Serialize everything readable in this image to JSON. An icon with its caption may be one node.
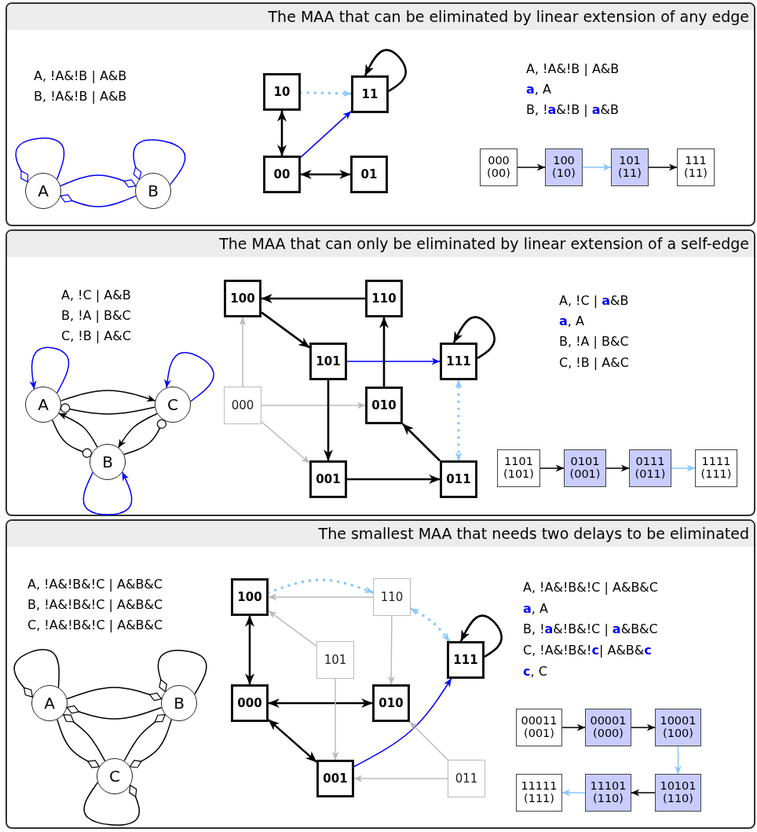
{
  "diagram": {
    "nodes": [
      {
        "text": [
          "The MAA that can be eliminated by linear extension of any edge"
        ]
      },
      {
        "text": [
          "A"
        ],
        "in": 0
      },
      {
        "text": [
          "B"
        ],
        "in": 0
      },
      {
        "text": [
          "10"
        ],
        "in": 0
      },
      {
        "text": [
          "11"
        ],
        "in": 0
      },
      {
        "text": [
          "00"
        ],
        "in": 0
      },
      {
        "text": [
          "01"
        ],
        "in": 0
      },
      {
        "text": [
          "000 (00)"
        ],
        "in": 0
      },
      {
        "text": [
          "100 (10)"
        ],
        "in": 0
      },
      {
        "text": [
          "101 (11)"
        ],
        "in": 0
      },
      {
        "text": [
          "111 (11)"
        ],
        "in": 0
      },
      {
        "text": [
          "The MAA that can only be eliminated by linear extension of a self-edge"
        ]
      },
      {
        "text": [
          "A"
        ],
        "in": 11
      },
      {
        "text": [
          "C"
        ],
        "in": 11
      },
      {
        "text": [
          "B"
        ],
        "in": 11
      },
      {
        "text": [
          "100"
        ],
        "in": 11
      },
      {
        "text": [
          "110"
        ],
        "in": 11
      },
      {
        "text": [
          "101"
        ],
        "in": 11
      },
      {
        "text": [
          "111"
        ],
        "in": 11
      },
      {
        "text": [
          "000"
        ],
        "in": 11
      },
      {
        "text": [
          "010"
        ],
        "in": 11
      },
      {
        "text": [
          "001"
        ],
        "in": 11
      },
      {
        "text": [
          "011"
        ],
        "in": 11
      },
      {
        "text": [
          "1101 (101)"
        ],
        "in": 11
      },
      {
        "text": [
          "0101 (001)"
        ],
        "in": 11
      },
      {
        "text": [
          "0111 (011)"
        ],
        "in": 11
      },
      {
        "text": [
          "1111 (111)"
        ],
        "in": 11
      },
      {
        "text": [
          "The smallest MAA that needs two delays to be eliminated"
        ]
      },
      {
        "text": [
          "A"
        ],
        "in": 27
      },
      {
        "text": [
          "B"
        ],
        "in": 27
      },
      {
        "text": [
          "C"
        ],
        "in": 27
      },
      {
        "text": [
          "100"
        ],
        "in": 27
      },
      {
        "text": [
          "110"
        ],
        "in": 27
      },
      {
        "text": [
          "101"
        ],
        "in": 27
      },
      {
        "text": [
          "111"
        ],
        "in": 27
      },
      {
        "text": [
          "000"
        ],
        "in": 27
      },
      {
        "text": [
          "010"
        ],
        "in": 27
      },
      {
        "text": [
          "001"
        ],
        "in": 27
      },
      {
        "text": [
          "011"
        ],
        "in": 27
      },
      {
        "text": [
          "00011 (001)"
        ],
        "in": 27
      },
      {
        "text": [
          "00001 (000)"
        ],
        "in": 27
      },
      {
        "text": [
          "10001 (100)"
        ],
        "in": 27
      },
      {
        "text": [
          "11111 (111)"
        ],
        "in": 27
      },
      {
        "text": [
          "11101 (110)"
        ],
        "in": 27
      },
      {
        "text": [
          "10101 (110)"
        ],
        "in": 27
      }
    ],
    "edges": [
      {
        "from": 1,
        "to": 1,
        "arrow": "other",
        "color": "#0000ff"
      },
      {
        "from": 2,
        "to": 2,
        "arrow": "other",
        "color": "#0000ff"
      },
      {
        "from": 1,
        "to": 2,
        "arrow": "other",
        "color": "#0000ff"
      },
      {
        "from": 2,
        "to": 1,
        "arrow": "other",
        "color": "#0000ff"
      },
      {
        "from": 3,
        "to": 5,
        "arrow": "both"
      },
      {
        "from": 5,
        "to": 6,
        "arrow": "both"
      },
      {
        "from": 5,
        "to": 4,
        "arrow": "to",
        "color": "#0000ff"
      },
      {
        "from": 3,
        "to": 4,
        "arrow": "to",
        "style": "dashed",
        "color": "#88c8ff"
      },
      {
        "from": 4,
        "to": 4,
        "arrow": "to"
      },
      {
        "from": 7,
        "to": 8,
        "arrow": "to"
      },
      {
        "from": 8,
        "to": 9,
        "arrow": "to",
        "color": "#88c8ff"
      },
      {
        "from": 9,
        "to": 10,
        "arrow": "to"
      },
      {
        "from": 12,
        "to": 12,
        "arrow": "to",
        "color": "#0000ff"
      },
      {
        "from": 13,
        "to": 13,
        "arrow": "to",
        "color": "#0000ff"
      },
      {
        "from": 14,
        "to": 14,
        "arrow": "to",
        "color": "#0000ff"
      },
      {
        "from": 12,
        "to": 13,
        "arrow": "to"
      },
      {
        "from": 13,
        "to": 12,
        "arrow": "other"
      },
      {
        "from": 14,
        "to": 12,
        "arrow": "to"
      },
      {
        "from": 12,
        "to": 14,
        "arrow": "other"
      },
      {
        "from": 13,
        "to": 14,
        "arrow": "to"
      },
      {
        "from": 14,
        "to": 13,
        "arrow": "other"
      },
      {
        "from": 16,
        "to": 15,
        "arrow": "to"
      },
      {
        "from": 15,
        "to": 17,
        "arrow": "to"
      },
      {
        "from": 19,
        "to": 15,
        "arrow": "to",
        "color": "#bbbbbb"
      },
      {
        "from": 19,
        "to": 20,
        "arrow": "to",
        "color": "#bbbbbb"
      },
      {
        "from": 19,
        "to": 21,
        "arrow": "to",
        "color": "#bbbbbb"
      },
      {
        "from": 17,
        "to": 18,
        "arrow": "to",
        "color": "#0000ff"
      },
      {
        "from": 17,
        "to": 21,
        "arrow": "to"
      },
      {
        "from": 20,
        "to": 16,
        "arrow": "to"
      },
      {
        "from": 21,
        "to": 22,
        "arrow": "to"
      },
      {
        "from": 22,
        "to": 20,
        "arrow": "to"
      },
      {
        "from": 18,
        "to": 22,
        "arrow": "both",
        "style": "dashed",
        "color": "#88c8ff"
      },
      {
        "from": 18,
        "to": 18,
        "arrow": "to"
      },
      {
        "from": 23,
        "to": 24,
        "arrow": "to"
      },
      {
        "from": 24,
        "to": 25,
        "arrow": "to"
      },
      {
        "from": 25,
        "to": 26,
        "arrow": "to",
        "color": "#88c8ff"
      },
      {
        "from": 28,
        "to": 28,
        "arrow": "other"
      },
      {
        "from": 29,
        "to": 29,
        "arrow": "other"
      },
      {
        "from": 30,
        "to": 30,
        "arrow": "other"
      },
      {
        "from": 28,
        "to": 29,
        "arrow": "other"
      },
      {
        "from": 29,
        "to": 28,
        "arrow": "other"
      },
      {
        "from": 28,
        "to": 30,
        "arrow": "other"
      },
      {
        "from": 30,
        "to": 28,
        "arrow": "other"
      },
      {
        "from": 29,
        "to": 30,
        "arrow": "other"
      },
      {
        "from": 30,
        "to": 29,
        "arrow": "other"
      },
      {
        "from": 31,
        "to": 32,
        "arrow": "to",
        "style": "dashed",
        "color": "#88c8ff"
      },
      {
        "from": 32,
        "to": 31,
        "arrow": "to",
        "color": "#bbbbbb"
      },
      {
        "from": 33,
        "to": 31,
        "arrow": "to",
        "color": "#bbbbbb"
      },
      {
        "from": 31,
        "to": 35,
        "arrow": "both"
      },
      {
        "from": 35,
        "to": 36,
        "arrow": "both"
      },
      {
        "from": 35,
        "to": 37,
        "arrow": "both"
      },
      {
        "from": 33,
        "to": 37,
        "arrow": "to",
        "color": "#bbbbbb"
      },
      {
        "from": 32,
        "to": 36,
        "arrow": "to",
        "color": "#bbbbbb"
      },
      {
        "from": 32,
        "to": 34,
        "arrow": "both",
        "style": "dashed",
        "color": "#88c8ff"
      },
      {
        "from": 34,
        "to": 34,
        "arrow": "to"
      },
      {
        "from": 37,
        "to": 34,
        "arrow": "to",
        "color": "#0000ff"
      },
      {
        "from": 38,
        "to": 36,
        "arrow": "to",
        "color": "#bbbbbb"
      },
      {
        "from": 38,
        "to": 37,
        "arrow": "to",
        "color": "#bbbbbb"
      },
      {
        "from": 39,
        "to": 40,
        "arrow": "to"
      },
      {
        "from": 40,
        "to": 41,
        "arrow": "to"
      },
      {
        "from": 41,
        "to": 44,
        "arrow": "to",
        "color": "#88c8ff"
      },
      {
        "from": 44,
        "to": 43,
        "arrow": "to"
      },
      {
        "from": 43,
        "to": 42,
        "arrow": "to",
        "color": "#88c8ff"
      }
    ],
    "labels": [
      "A, !A&!B | A&B",
      "B, !A&!B | A&B",
      "A, !A&!B | A&B",
      "**a**, A",
      "B, !**a**&!B | **a**&B",
      "A, !C | A&B",
      "B, !A | B&C",
      "C, !B | A&C",
      "A, !C | **a**&B",
      "**a**, A",
      "B, !A | B&C",
      "C, !B | A&C",
      "A, !A&!B&!C | A&B&C",
      "B, !A&!B&!C | A&B&C",
      "C, !A&!B&!C | A&B&C",
      "A, !A&!B&!C | A&B&C",
      "**a**, A",
      "B, !**a**&!B&!C | **a**&B&C",
      "C, !A&!B&!**c**| A&B&**c**",
      "**c**, C"
    ]
  }
}
